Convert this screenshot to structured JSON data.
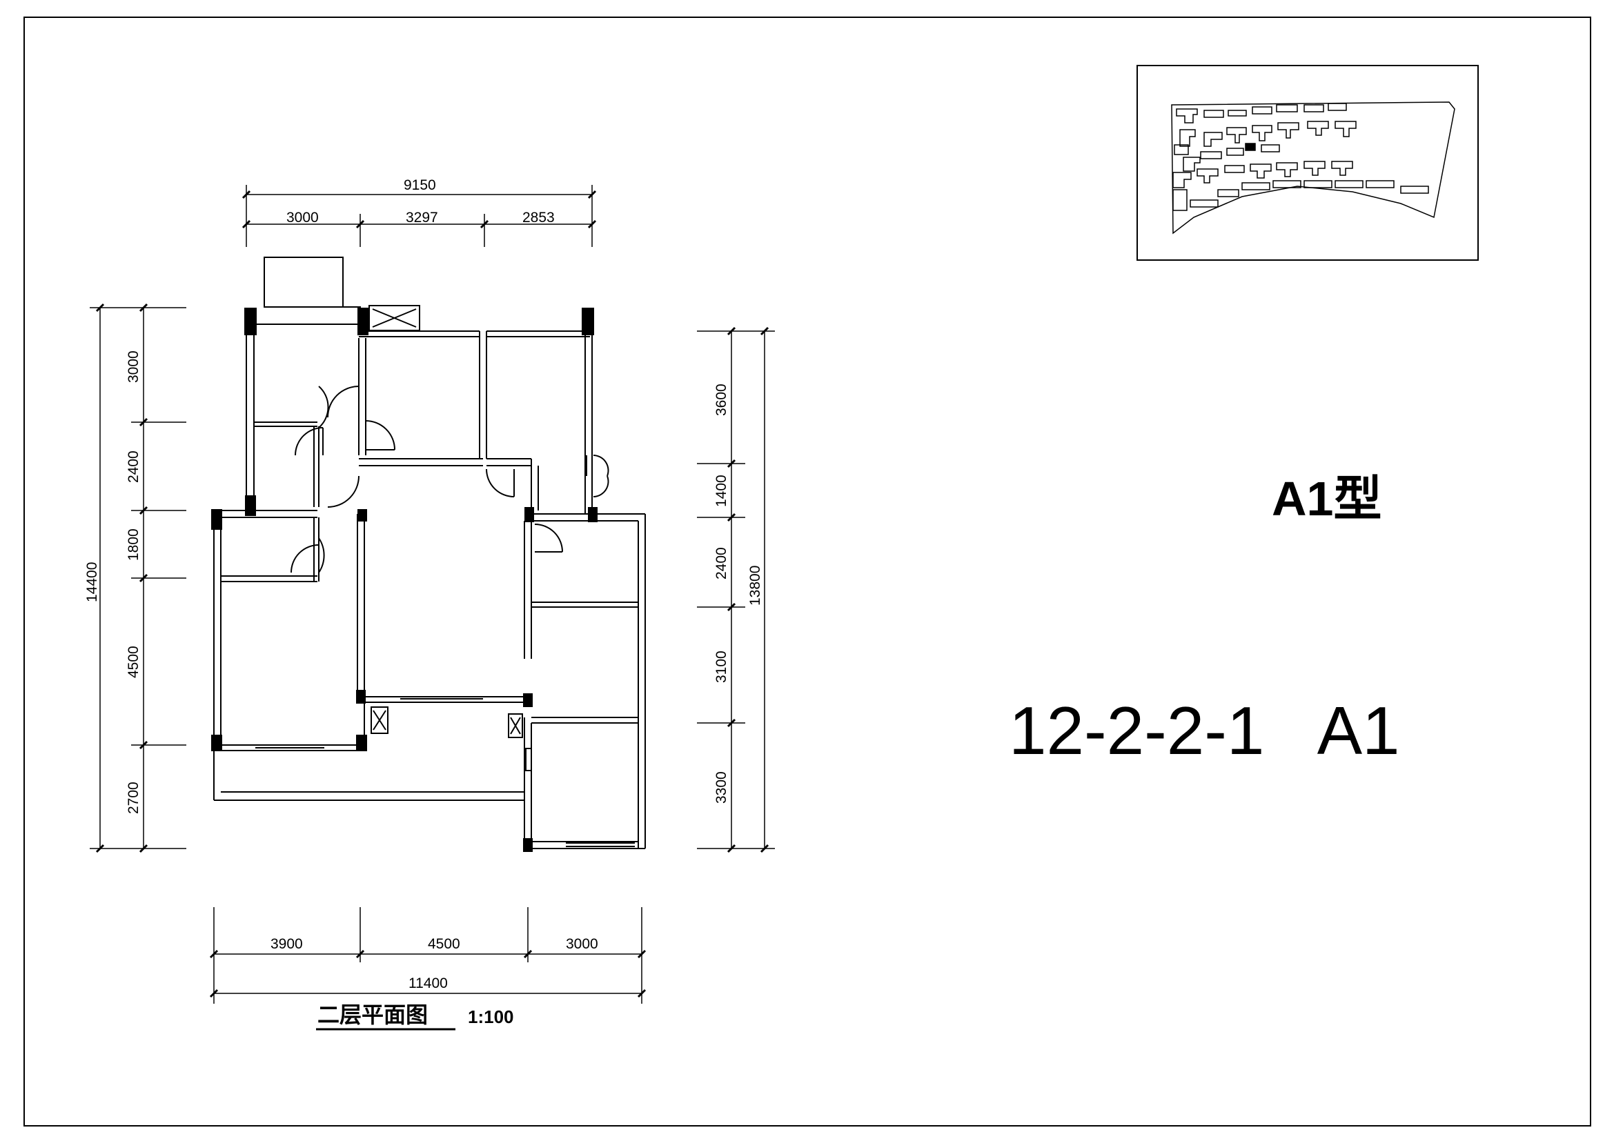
{
  "unit_type_title": "A1型",
  "unit_code": "12-2-2-1   A1",
  "plan_caption": "二层平面图",
  "plan_scale": "1:100",
  "dimensions": {
    "top_total": "9150",
    "top_segments": [
      "3000",
      "3297",
      "2853"
    ],
    "left_total": "14400",
    "left_segments": [
      "3000",
      "2400",
      "1800",
      "4500",
      "2700"
    ],
    "right_total": "13800",
    "right_segments": [
      "3600",
      "1400",
      "2400",
      "3100",
      "3300"
    ],
    "bottom_segments": [
      "3900",
      "4500",
      "3000"
    ],
    "bottom_total": "11400"
  }
}
